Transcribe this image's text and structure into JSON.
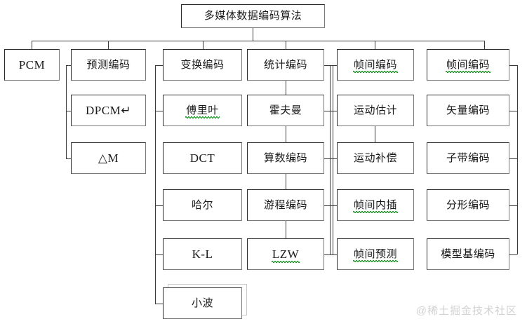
{
  "diagram": {
    "title": "多媒体数据编码算法",
    "columns": [
      {
        "header": "PCM",
        "children": []
      },
      {
        "header": "预测编码",
        "children": [
          "DPCM↵",
          "△M"
        ]
      },
      {
        "header": "变换编码",
        "children": [
          "傅里叶",
          "DCT",
          "哈尔",
          "K-L",
          "小波"
        ]
      },
      {
        "header": "统计编码",
        "children": [
          "霍夫曼",
          "算数编码",
          "游程编码",
          "LZW"
        ]
      },
      {
        "header": "帧间编码",
        "children": [
          "运动估计",
          "运动补偿",
          "帧间内插",
          "帧间预测"
        ]
      },
      {
        "header": "帧间编码",
        "children": [
          "矢量编码",
          "子带编码",
          "分形编码",
          "模型基编码"
        ]
      }
    ]
  },
  "watermark": "@稀土掘金技术社区",
  "colors": {
    "box_border": "#2b2b2b",
    "box_shadow_border": "#7a7a7a",
    "connector": "#3a3a3a",
    "spellcheck_underline": "#1a9a22",
    "background": "#ffffff",
    "watermark": "#d2d2d2",
    "text": "#1a1a1a"
  }
}
